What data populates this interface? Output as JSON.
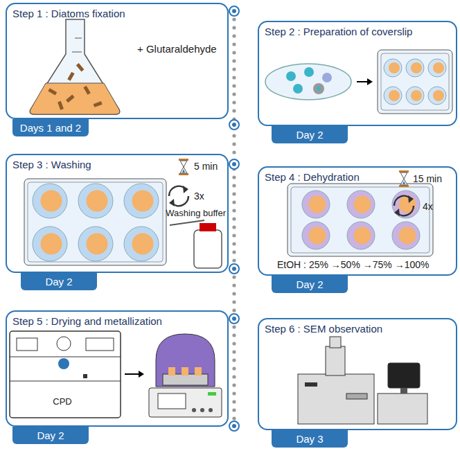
{
  "diagram": {
    "nodes": [
      {
        "text": [
          "Step 1 : Diatoms fixation"
        ]
      },
      {
        "text": [
          "Days 1 and 2"
        ]
      },
      {
        "text": [
          "Step 2 : Preparation of coverslip"
        ]
      },
      {
        "text": [
          "Day 2"
        ]
      },
      {
        "text": [
          "Step 3 : Washing"
        ]
      },
      {
        "text": [
          "Day 2"
        ]
      },
      {
        "text": [
          "Step 4 : Dehydration"
        ]
      },
      {
        "text": [
          "Day 2"
        ]
      },
      {
        "text": [
          "Step 5 : Drying and metallization"
        ]
      },
      {
        "text": [
          "Day 2"
        ]
      },
      {
        "text": [
          "Step 6 : SEM observation"
        ]
      },
      {
        "text": [
          "Day 3"
        ]
      }
    ],
    "labels": [
      "+ Glutaraldehyde",
      "5 min",
      "3x",
      "Washing buffer",
      "15 min",
      "4x",
      "EtOH : 25% →50% →75% →100%",
      "CPD"
    ]
  }
}
